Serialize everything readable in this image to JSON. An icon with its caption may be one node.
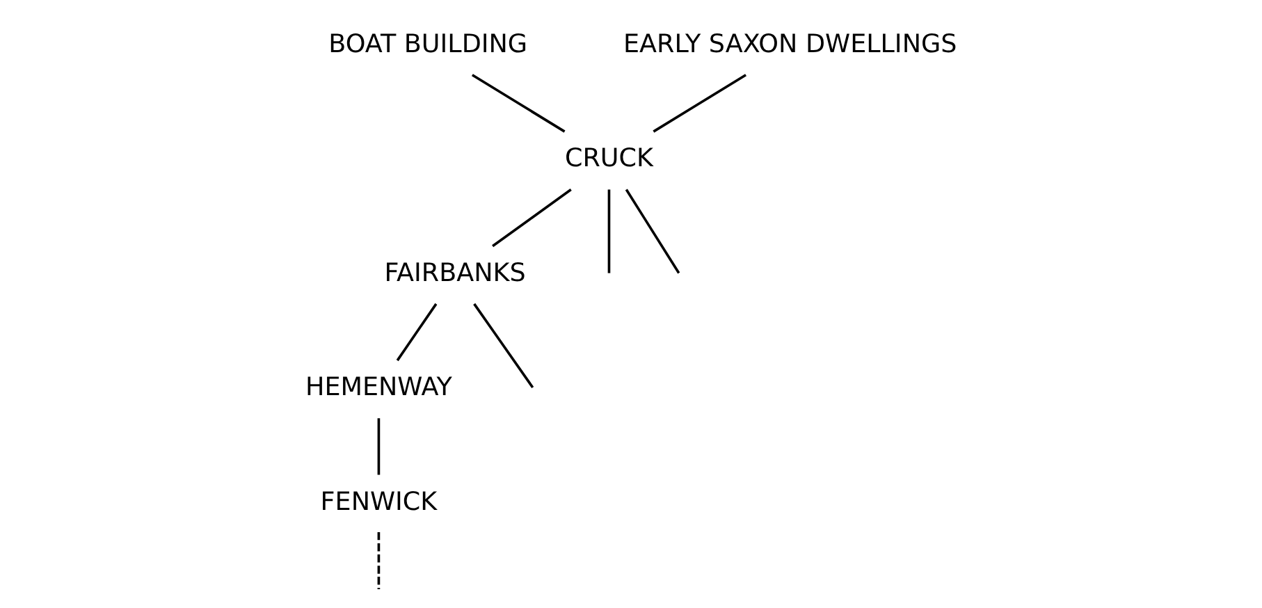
{
  "diagram": {
    "nodes": [
      {
        "text": [
          "BOAT BUILDING"
        ]
      },
      {
        "text": [
          "EARLY SAXON DWELLINGS"
        ]
      },
      {
        "text": [
          "CRUCK"
        ]
      },
      {
        "text": [
          "FAIRBANKS"
        ]
      },
      {
        "text": [
          "HEMENWAY"
        ]
      },
      {
        "text": [
          "FENWICK"
        ]
      }
    ],
    "edges": [
      {
        "from": 0,
        "to": 2,
        "arrow": "none"
      },
      {
        "from": 1,
        "to": 2,
        "arrow": "none"
      },
      {
        "from": 2,
        "to": null,
        "arrow": "none"
      },
      {
        "from": 2,
        "to": null,
        "arrow": "none"
      },
      {
        "from": 2,
        "to": 3,
        "arrow": "none"
      },
      {
        "from": 3,
        "to": 4,
        "arrow": "none"
      },
      {
        "from": 3,
        "to": null,
        "arrow": "none"
      },
      {
        "from": 4,
        "to": 5,
        "arrow": "none"
      },
      {
        "from": 5,
        "to": null,
        "arrow": "none",
        "style": "dashed"
      }
    ]
  }
}
